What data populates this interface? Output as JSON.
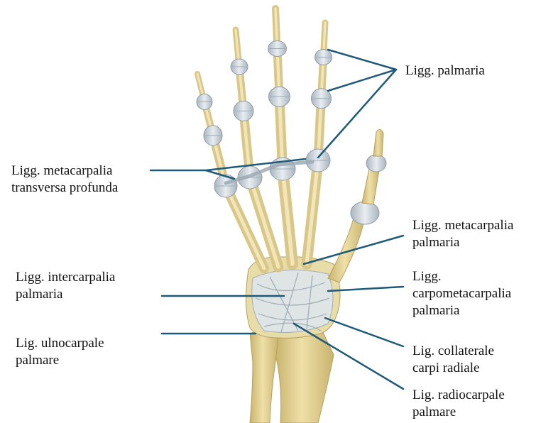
{
  "colors": {
    "leader_line": "#1f5a78",
    "bone": "#e6d59a",
    "bone_shade": "#c9b46e",
    "ligament": "#d6dde3",
    "ligament_shade": "#9eabb6",
    "text": "#111111"
  },
  "labels": {
    "palmaria": {
      "line1": "Ligg. palmaria"
    },
    "metacarpalia_transversa": {
      "line1": "Ligg. metacarpalia",
      "line2": "transversa profunda"
    },
    "metacarpalia_palmaria": {
      "line1": "Ligg. metacarpalia",
      "line2": "palmaria"
    },
    "intercarpalia": {
      "line1": "Ligg. intercarpalia",
      "line2": "palmaria"
    },
    "carpometacarpalia": {
      "line1": "Ligg.",
      "line2": "carpometacarpalia",
      "line3": "palmaria"
    },
    "ulnocarpale": {
      "line1": "Lig. ulnocarpale",
      "line2": "palmare"
    },
    "collaterale": {
      "line1": "Lig. collaterale",
      "line2": "carpi radiale"
    },
    "radiocarpale": {
      "line1": "Lig. radiocarpale",
      "line2": "palmare"
    }
  }
}
